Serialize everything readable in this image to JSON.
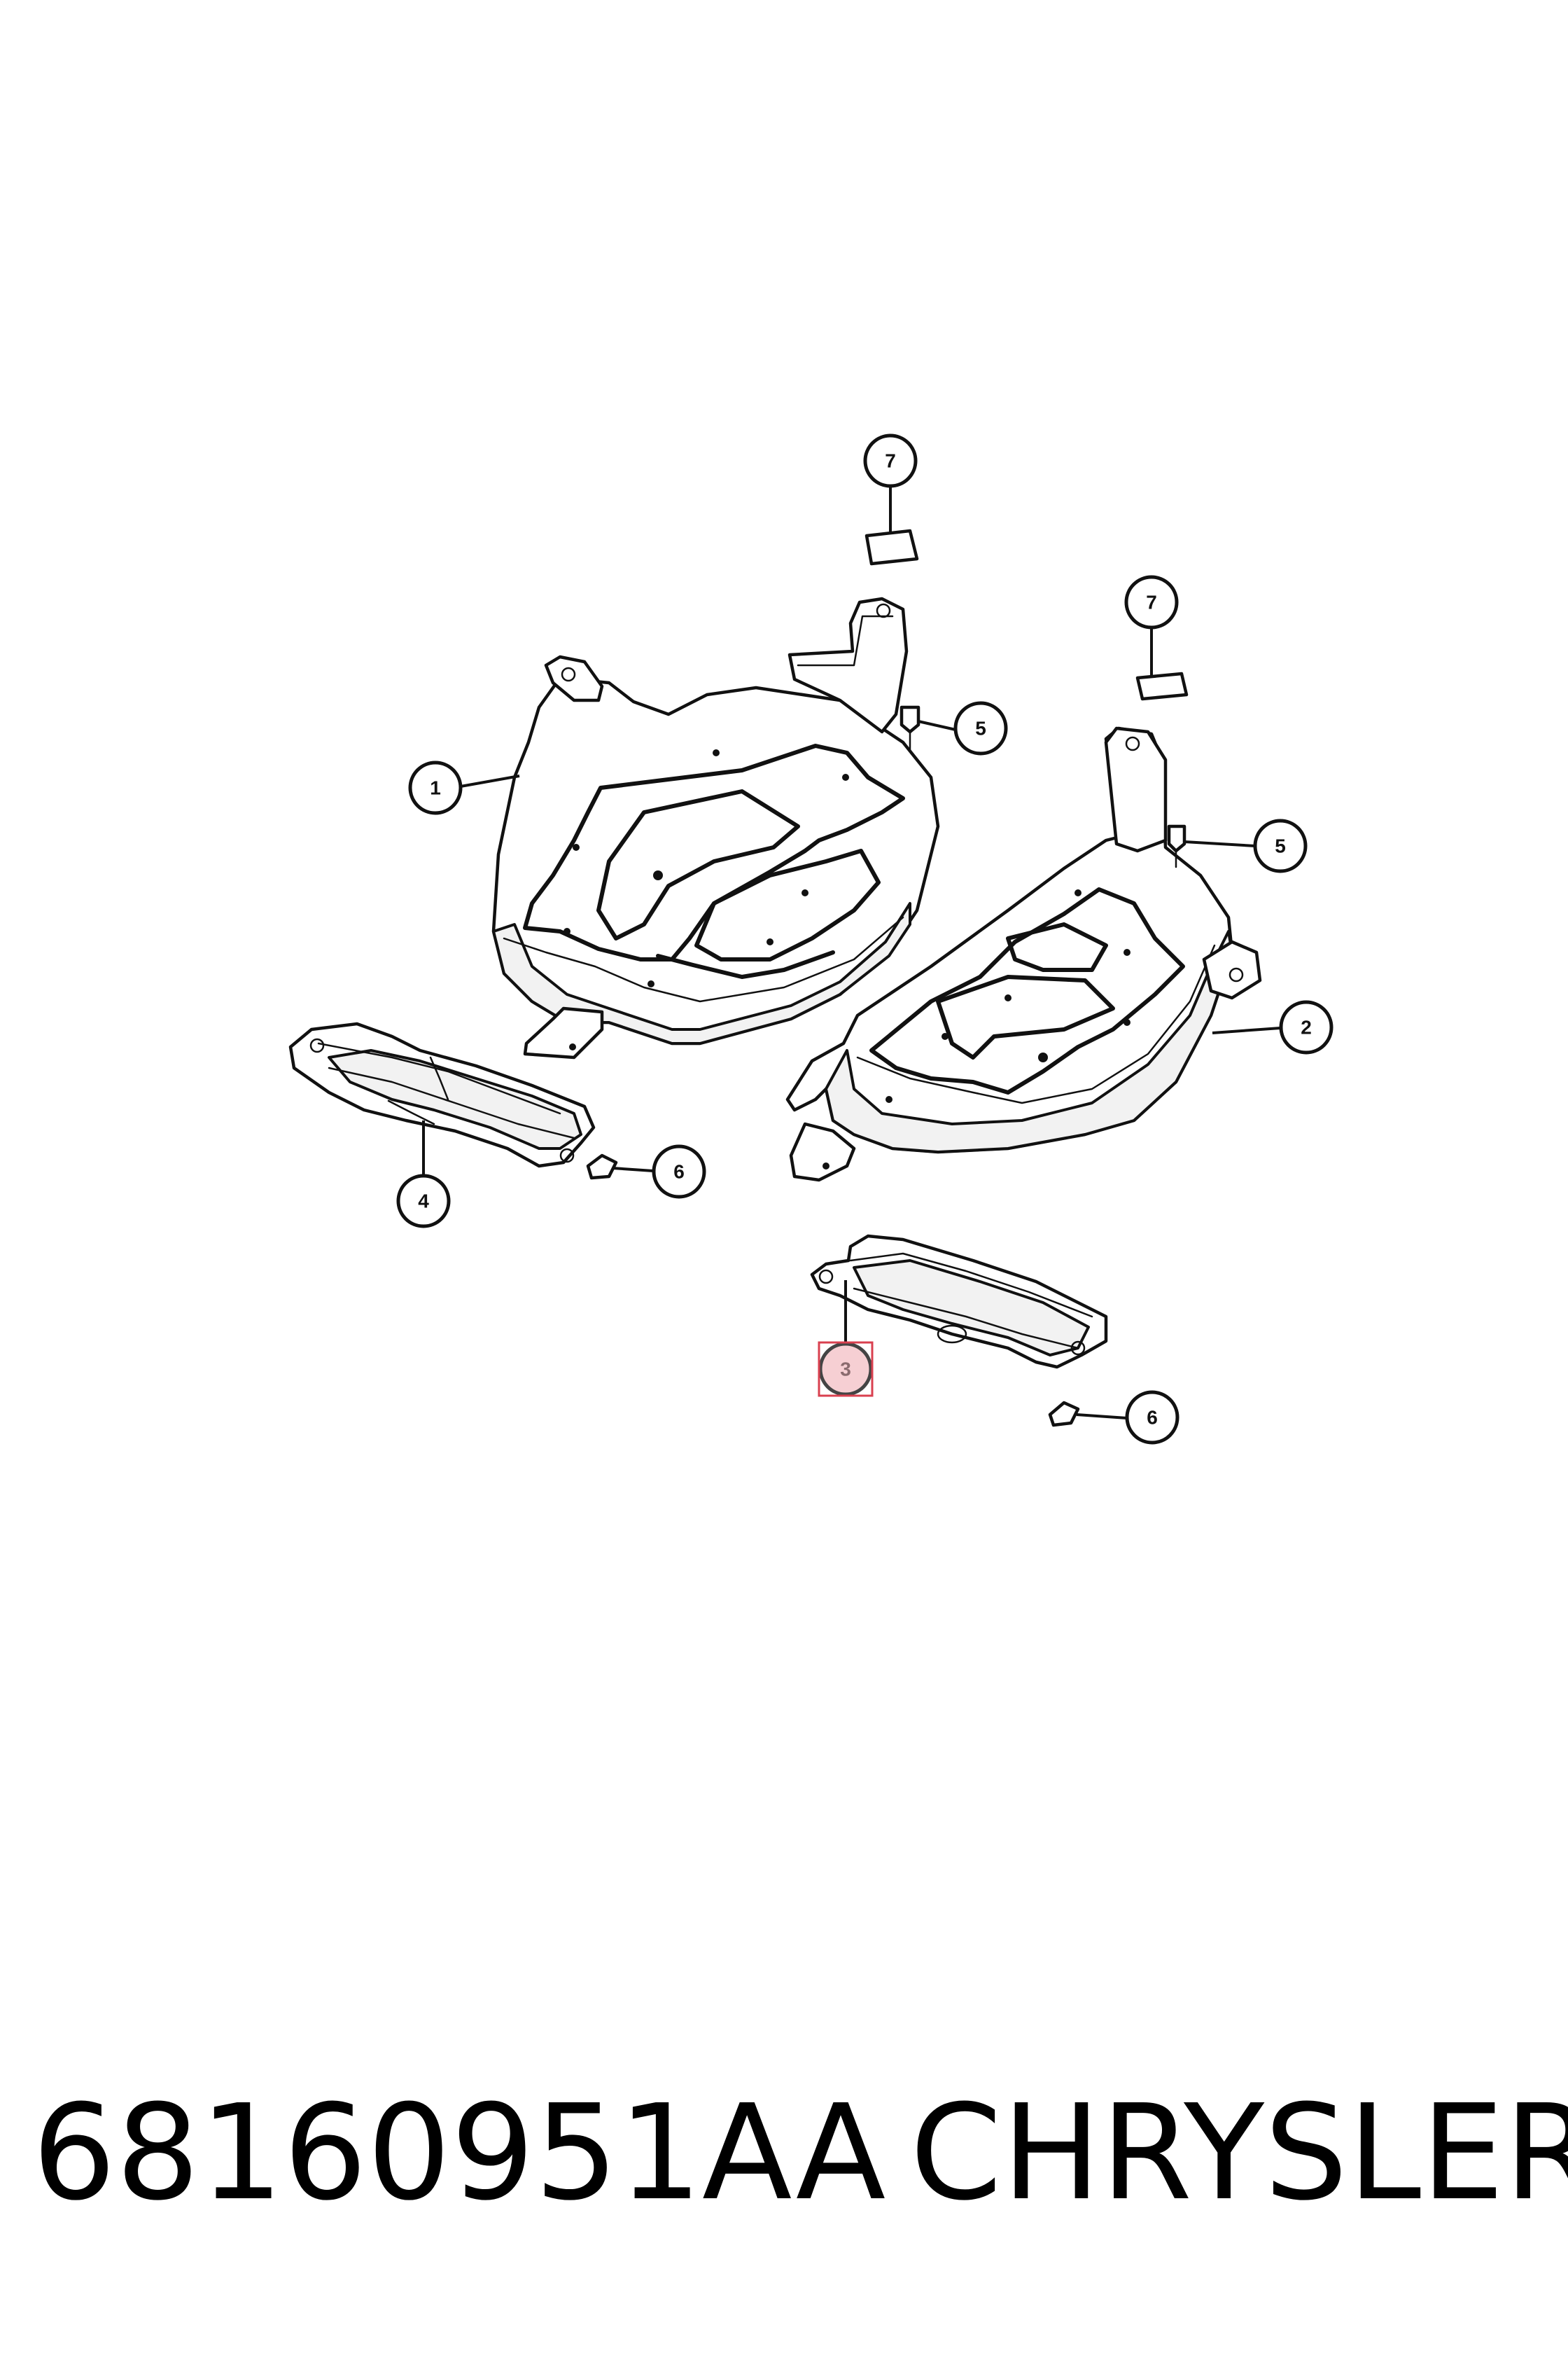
{
  "callouts": {
    "c1": "1",
    "c2": "2",
    "c3": "3",
    "c4": "4",
    "c5a": "5",
    "c5b": "5",
    "c6a": "6",
    "c6b": "6",
    "c7a": "7",
    "c7b": "7"
  },
  "highlighted_callout": "3",
  "highlight_color": "#f6cfd3",
  "selection_color": "#d9404f",
  "caption": {
    "part_number": "68160951AA",
    "brand": "CHRYSLER"
  }
}
